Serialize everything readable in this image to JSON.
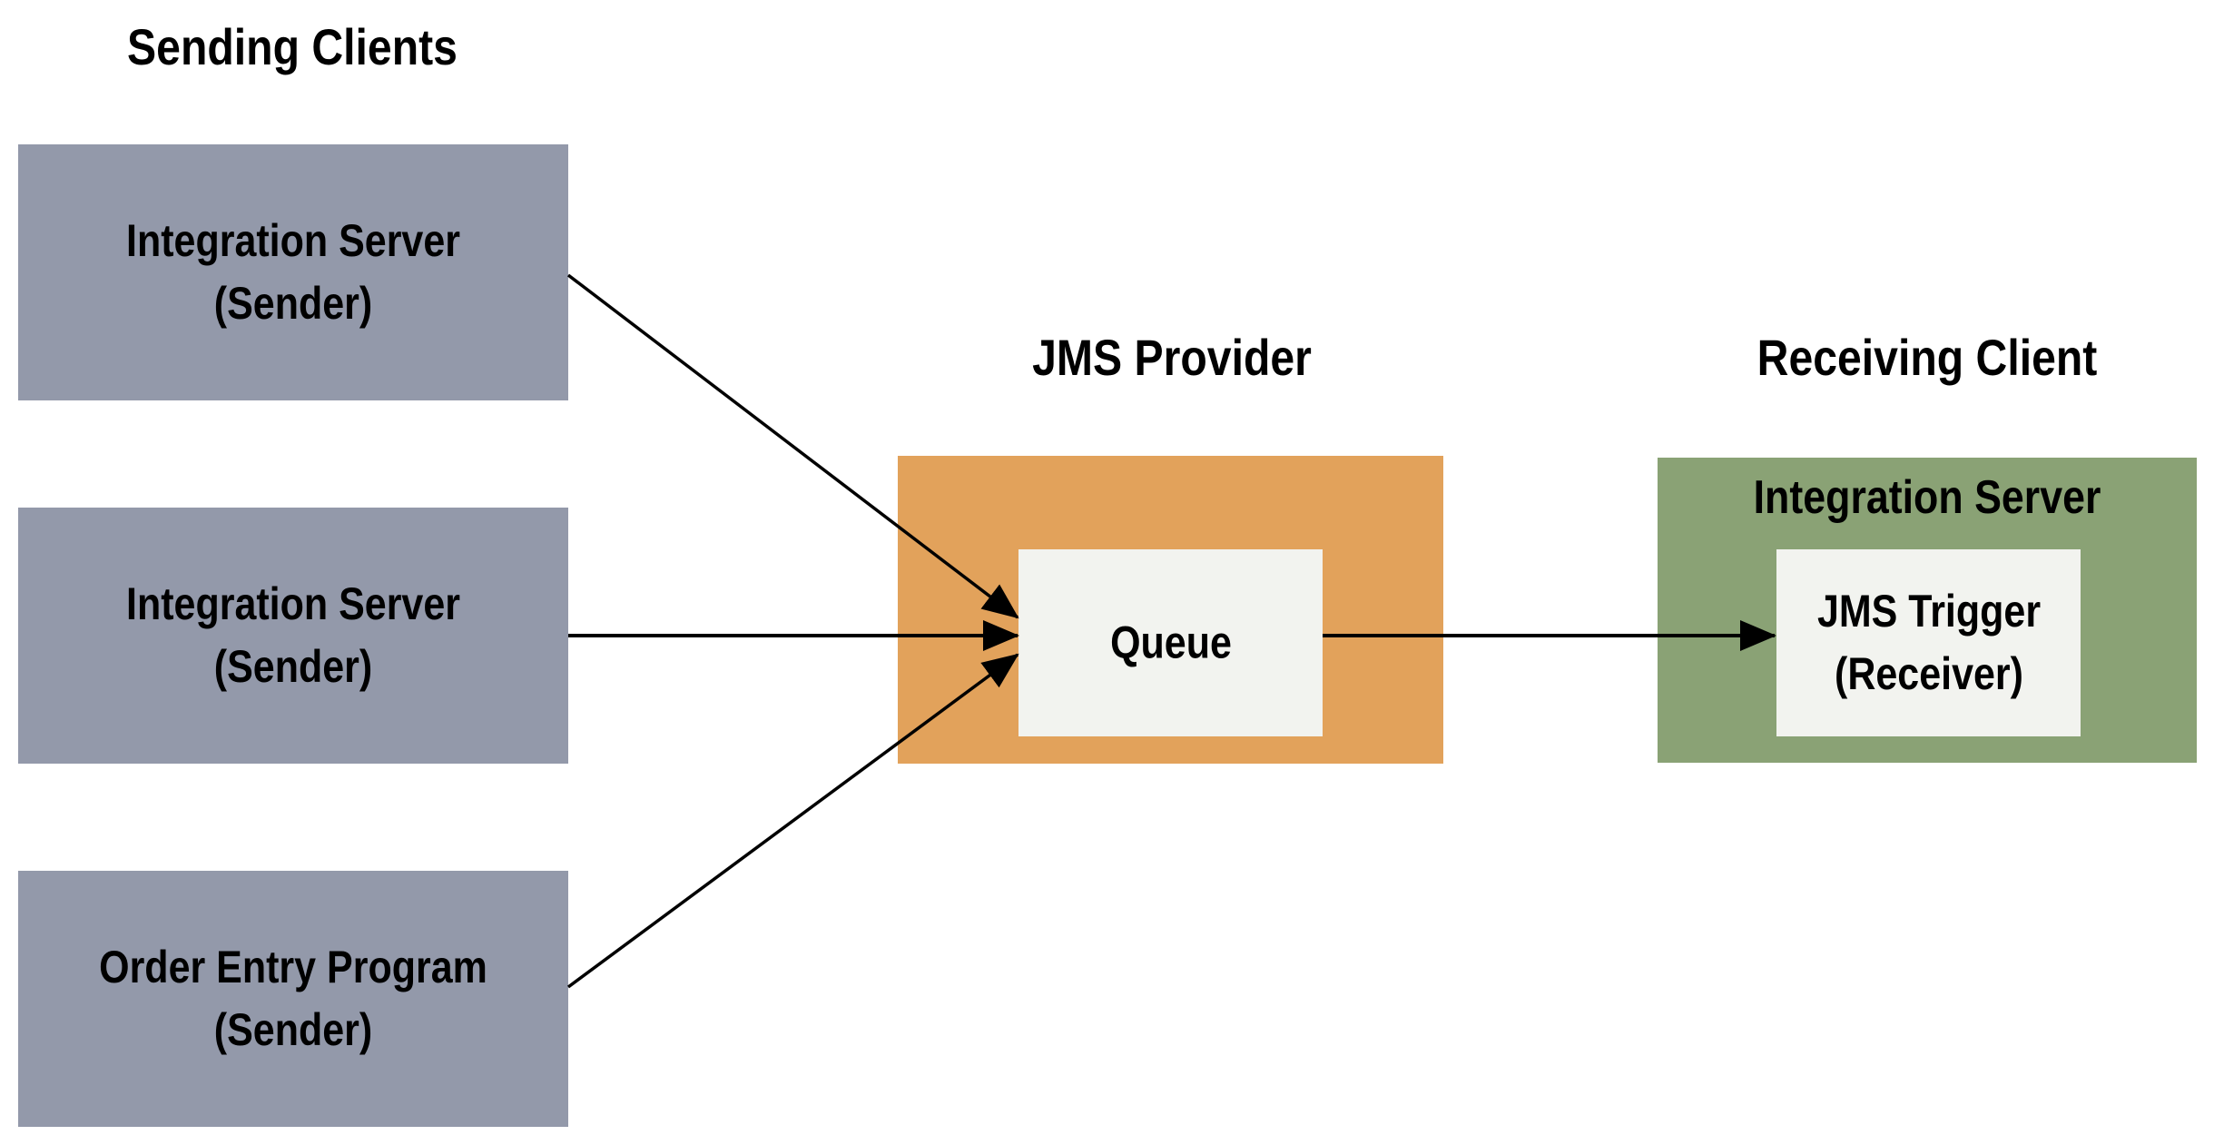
{
  "diagram": {
    "sections": {
      "sending": "Sending Clients",
      "provider": "JMS Provider",
      "receiving": "Receiving Client"
    },
    "senders": [
      {
        "line1": "Integration Server",
        "line2": "(Sender)"
      },
      {
        "line1": "Integration Server",
        "line2": "(Sender)"
      },
      {
        "line1": "Order Entry Program",
        "line2": "(Sender)"
      }
    ],
    "queue": {
      "label": "Queue"
    },
    "receiver": {
      "container": "Integration Server",
      "line1": "JMS Trigger",
      "line2": "(Receiver)"
    },
    "connections": [
      {
        "from": "Integration Server (Sender) 1",
        "to": "Queue"
      },
      {
        "from": "Integration Server (Sender) 2",
        "to": "Queue"
      },
      {
        "from": "Order Entry Program (Sender)",
        "to": "Queue"
      },
      {
        "from": "Queue",
        "to": "JMS Trigger (Receiver)"
      }
    ],
    "colors": {
      "sender": "#9399aa",
      "provider": "#e2a25b",
      "receiver_server": "#8aa275",
      "inner_box": "#f2f3ef",
      "arrow": "#000000"
    }
  }
}
